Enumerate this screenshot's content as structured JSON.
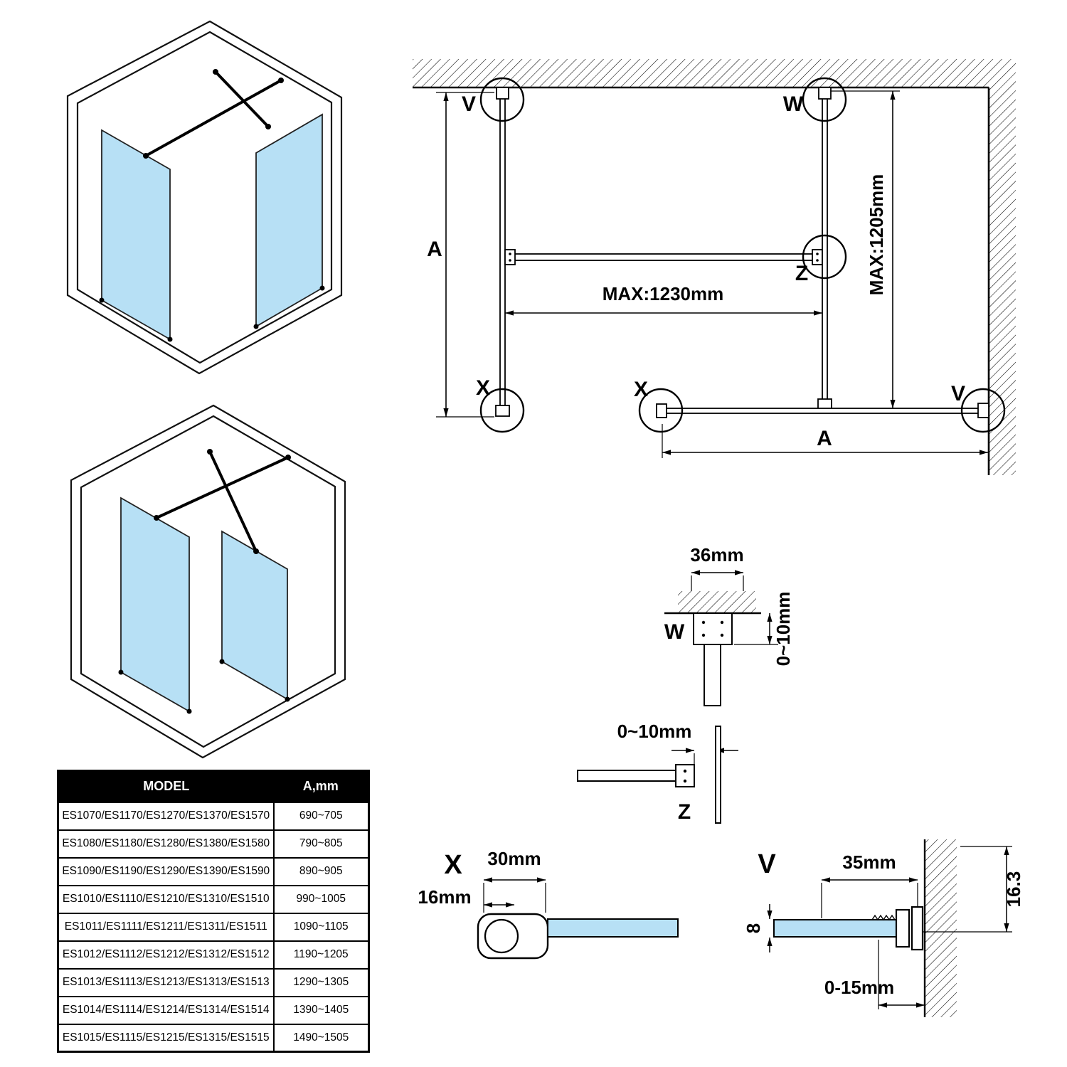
{
  "colors": {
    "glass": "#b7e0f5",
    "line": "#000000",
    "table_header_bg": "#000000",
    "table_header_text": "#ffffff"
  },
  "plan": {
    "label_v_top": "V",
    "label_w_top": "W",
    "label_z": "Z",
    "label_x_left": "X",
    "label_x_bottom": "X",
    "label_v_bottom": "V",
    "dim_a_left": "A",
    "dim_a_bottom": "A",
    "dim_max_width": "MAX:1230mm",
    "dim_max_height": "MAX:1205mm"
  },
  "detail_w": {
    "label": "W",
    "dim_width": "36mm",
    "dim_gap": "0~10mm"
  },
  "detail_z": {
    "label": "Z",
    "dim_gap": "0~10mm"
  },
  "detail_x": {
    "label": "X",
    "dim_width": "30mm",
    "dim_height": "16mm"
  },
  "detail_v": {
    "label": "V",
    "dim_width": "35mm",
    "dim_glass": "8",
    "dim_depth": "16.3",
    "dim_adjust": "0-15mm"
  },
  "table": {
    "headers": {
      "model": "MODEL",
      "a": "A,mm"
    },
    "rows": [
      {
        "model": "ES1070/ES1170/ES1270/ES1370/ES1570",
        "a": "690~705"
      },
      {
        "model": "ES1080/ES1180/ES1280/ES1380/ES1580",
        "a": "790~805"
      },
      {
        "model": "ES1090/ES1190/ES1290/ES1390/ES1590",
        "a": "890~905"
      },
      {
        "model": "ES1010/ES1110/ES1210/ES1310/ES1510",
        "a": "990~1005"
      },
      {
        "model": "ES1011/ES1111/ES1211/ES1311/ES1511",
        "a": "1090~1105"
      },
      {
        "model": "ES1012/ES1112/ES1212/ES1312/ES1512",
        "a": "1190~1205"
      },
      {
        "model": "ES1013/ES1113/ES1213/ES1313/ES1513",
        "a": "1290~1305"
      },
      {
        "model": "ES1014/ES1114/ES1214/ES1314/ES1514",
        "a": "1390~1405"
      },
      {
        "model": "ES1015/ES1115/ES1215/ES1315/ES1515",
        "a": "1490~1505"
      }
    ]
  }
}
